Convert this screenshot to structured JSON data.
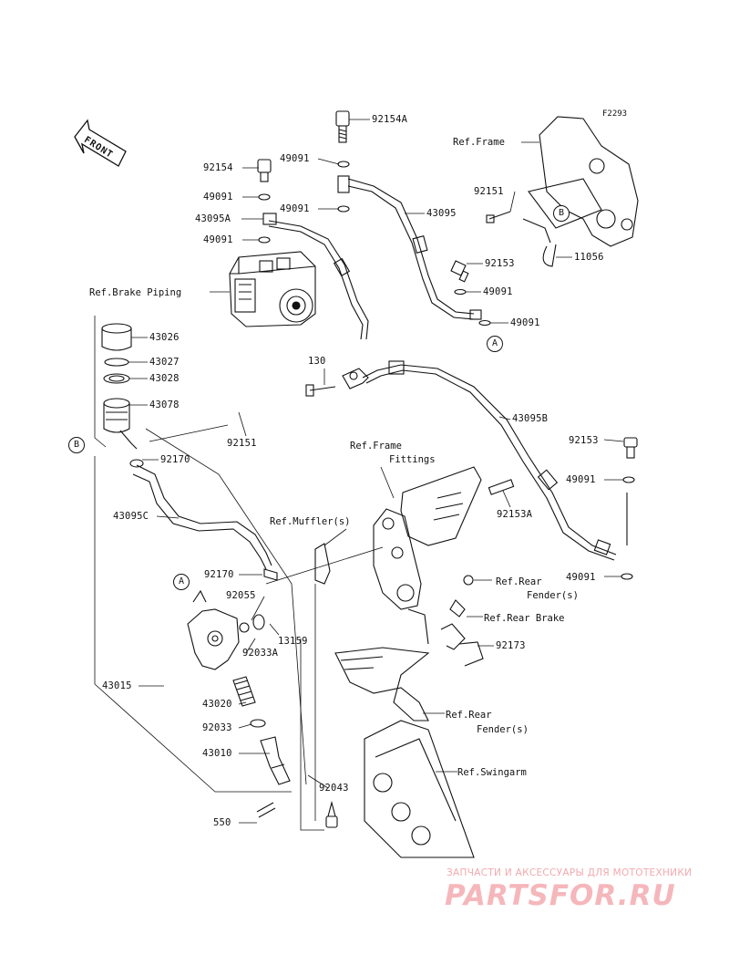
{
  "diagram_code": "F2293",
  "front_label": "FRONT",
  "callouts": {
    "A": "A",
    "B": "B"
  },
  "references": {
    "frame": "Ref.Frame",
    "brake_piping": "Ref.Brake Piping",
    "frame_fittings_1": "Ref.Frame",
    "frame_fittings_2": "Fittings",
    "muffler": "Ref.Muffler(s)",
    "rear_fender_1a": "Ref.Rear",
    "rear_fender_1b": "Fender(s)",
    "rear_brake": "Ref.Rear Brake",
    "rear_fender_2a": "Ref.Rear",
    "rear_fender_2b": "Fender(s)",
    "swingarm": "Ref.Swingarm"
  },
  "parts": {
    "p92154A": "92154A",
    "p49091_a": "49091",
    "p92154": "92154",
    "p49091_b": "49091",
    "p49091_c": "49091",
    "p43095A": "43095A",
    "p49091_d": "49091",
    "p43095": "43095",
    "p92151_top": "92151",
    "p11056": "11056",
    "p92153_top": "92153",
    "p49091_e": "49091",
    "p49091_f": "49091",
    "p43026": "43026",
    "p43027": "43027",
    "p43028": "43028",
    "p43078": "43078",
    "p130": "130",
    "p43095B": "43095B",
    "p92151_mid": "92151",
    "p92170_a": "92170",
    "p43095C": "43095C",
    "p92153_right": "92153",
    "p49091_g": "49091",
    "p92153A": "92153A",
    "p49091_h": "49091",
    "p92170_b": "92170",
    "p92055": "92055",
    "p92033A": "92033A",
    "p13159": "13159",
    "p92173": "92173",
    "p43015": "43015",
    "p43020": "43020",
    "p92033": "92033",
    "p43010": "43010",
    "p92043": "92043",
    "p550": "550"
  },
  "watermark": {
    "caption": "ЗАПЧАСТИ И АКСЕССУАРЫ ДЛЯ МОТОТЕХНИКИ",
    "brand": "PARTSFOR.RU"
  },
  "colors": {
    "ink": "#111111",
    "watermark": "#f5b7bb"
  }
}
